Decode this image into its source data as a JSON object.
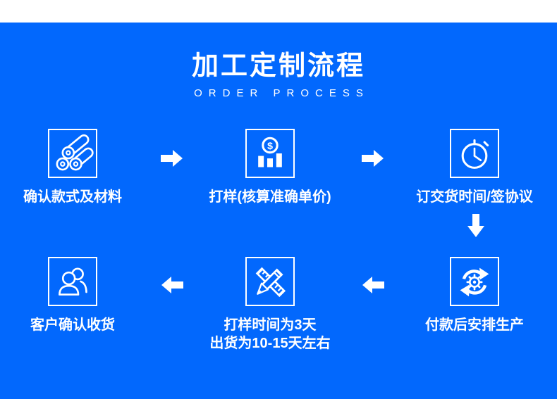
{
  "page": {
    "background_color": "#ffffff",
    "panel_color": "#0268fd",
    "text_color": "#ffffff"
  },
  "header": {
    "title": "加工定制流程",
    "subtitle": "ORDER PROCESS"
  },
  "steps": [
    {
      "label": "确认款式及材料",
      "icon": "material-rolls-icon"
    },
    {
      "label": "打样(核算准确单价)",
      "icon": "price-bars-icon"
    },
    {
      "label": "订交货时间/签协议",
      "icon": "stopwatch-icon"
    },
    {
      "label": "付款后安排生产",
      "icon": "production-cycle-icon"
    },
    {
      "label": "打样时间为3天",
      "label_line2": "出货为10-15天左右",
      "icon": "pencil-ruler-icon"
    },
    {
      "label": "客户确认收货",
      "icon": "customers-icon"
    }
  ],
  "flow": [
    "right",
    "right",
    "down",
    "left",
    "left"
  ]
}
